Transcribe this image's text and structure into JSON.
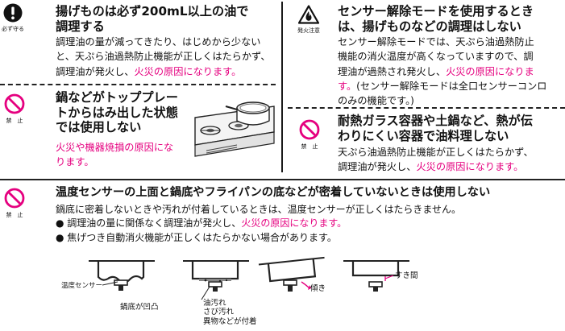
{
  "s1": {
    "icon_label": "必ず守る",
    "title_1": "揚げものは必ず200mL以上の油で",
    "title_2": "調理する",
    "body_1": "調理油の量が減ってきたり、はじめから少ない",
    "body_2": "と、天ぷら油過熱防止機能が正しくはたらかず、",
    "body_3a": "調理油が発火し、",
    "body_3b": "火災の原因になります。"
  },
  "s2": {
    "icon_label": "禁　止",
    "title_1": "鍋などがトッププレー",
    "title_2": "トからはみ出した状態",
    "title_3": "では使用しない",
    "warn_1": "火災や機器焼損の原因にな",
    "warn_2": "ります。"
  },
  "s3": {
    "icon_label": "発火注意",
    "title_1": "センサー解除モードを使用するとき",
    "title_2": "は、揚げものなどの調理はしない",
    "body_1": "センサー解除モードでは、天ぷら油過熱防止",
    "body_2": "機能の消火温度が高くなっていますので、調",
    "body_3a": "理油が過熱され発火し、",
    "body_3b": "火災の原因になりま",
    "body_4a": "す。",
    "body_4b": "(センサー解除モードは全口センサーコンロ",
    "body_5": "のみの機能です。)"
  },
  "s4": {
    "icon_label": "禁　止",
    "title_1": "耐熱ガラス容器や土鍋など、熱が伝",
    "title_2": "わりにくい容器で油料理しない",
    "body_1": "天ぷら油過熱防止機能が正しくはたらかず、",
    "body_2a": "調理油が発火し、",
    "body_2b": "火災の原因になります。"
  },
  "s5": {
    "icon_label": "禁　止",
    "title": "温度センサーの上面と鍋底やフライパンの底などが密着していないときは使用しない",
    "body": "鍋底に密着しないときや汚れが付着しているときは、温度センサーが正しくはたらきません。",
    "bullet_1a": "調理油の量に関係なく調理油が発火し、",
    "bullet_1b": "火災の原因になります。",
    "bullet_2": "焦げつき自動消火機能が正しくはたらかない場合があります。"
  },
  "diagram": {
    "sensor_label": "温度センサー",
    "dent_label": "鍋底が凹凸",
    "dirt_1": "油汚れ",
    "dirt_2": "さび汚れ",
    "dirt_3": "異物などが付着",
    "tilt_label": "傾き",
    "gap_label": "すき間"
  },
  "colors": {
    "accent": "#e5007f",
    "prohibit": "#e5007f",
    "mandatory": "#111111"
  }
}
